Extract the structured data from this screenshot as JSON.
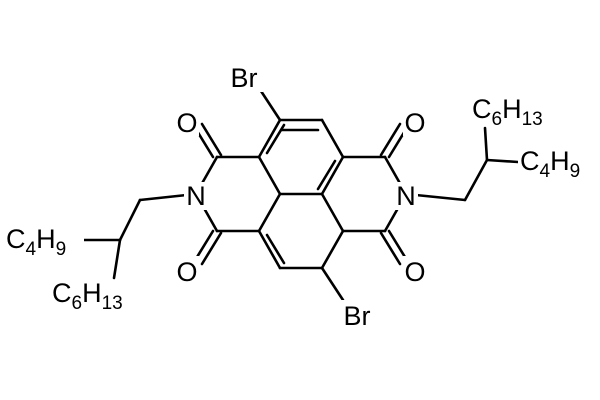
{
  "colors": {
    "ink": "#000000",
    "background": "#ffffff"
  },
  "molecule": {
    "atom_labels": {
      "br_top": "Br",
      "br_bottom": "Br",
      "o_top_left": "O",
      "o_top_right": "O",
      "o_bottom_left": "O",
      "o_bottom_right": "O",
      "n_left": "N",
      "n_right": "N"
    },
    "substituents": {
      "right_upper": {
        "atom": "C",
        "count": "6",
        "h": "H",
        "h_count": "13"
      },
      "right_lower": {
        "atom": "C",
        "count": "4",
        "h": "H",
        "h_count": "9"
      },
      "left_upper": {
        "atom": "C",
        "count": "4",
        "h": "H",
        "h_count": "9"
      },
      "left_lower": {
        "atom": "C",
        "count": "6",
        "h": "H",
        "h_count": "13"
      }
    }
  }
}
